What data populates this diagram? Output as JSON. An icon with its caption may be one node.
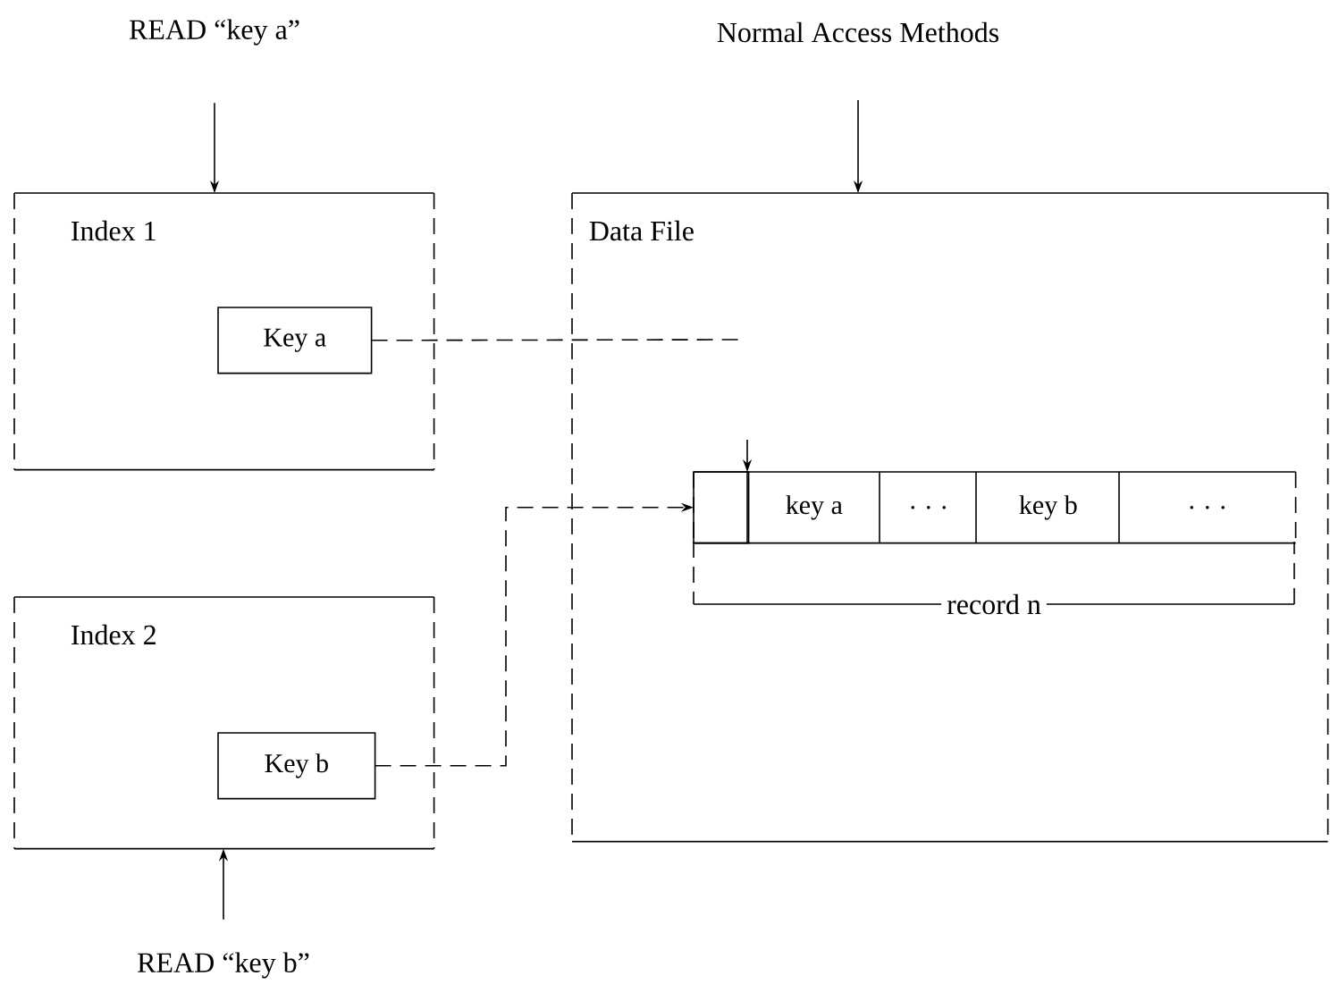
{
  "diagram": {
    "nodes": [
      {
        "text": [
          "READ “key a”"
        ]
      },
      {
        "text": [
          "Index 1"
        ]
      },
      {
        "text": [
          "Key a"
        ],
        "in": 1
      },
      {
        "text": [
          "Normal Access Methods"
        ]
      },
      {
        "text": [
          "Data File"
        ]
      },
      {
        "text": [
          "Index 2"
        ]
      },
      {
        "text": [
          "Key b"
        ],
        "in": 5
      },
      {
        "text": [
          "READ “key b”"
        ]
      },
      {
        "text": [],
        "shape": "box",
        "in": 4,
        "beside": [
          "record n"
        ]
      },
      {
        "text": [],
        "shape": "box",
        "in": 8
      },
      {
        "text": [
          "key a"
        ],
        "in": 8
      },
      {
        "text": [
          ". . ."
        ],
        "in": 8
      },
      {
        "text": [
          "key b"
        ],
        "in": 8
      },
      {
        "text": [
          ". . ."
        ],
        "in": 8
      }
    ],
    "edges": [
      {
        "from": 0,
        "to": 1,
        "arrow": "to"
      },
      {
        "from": 3,
        "to": 4,
        "arrow": "to"
      },
      {
        "from": 7,
        "to": 5,
        "arrow": "to"
      },
      {
        "from": 2,
        "to": null,
        "arrow": "none",
        "style": "dashed"
      },
      {
        "from": 6,
        "to": 9,
        "arrow": "to",
        "style": "dashed"
      },
      {
        "from": null,
        "to": 10,
        "arrow": "to"
      }
    ]
  }
}
